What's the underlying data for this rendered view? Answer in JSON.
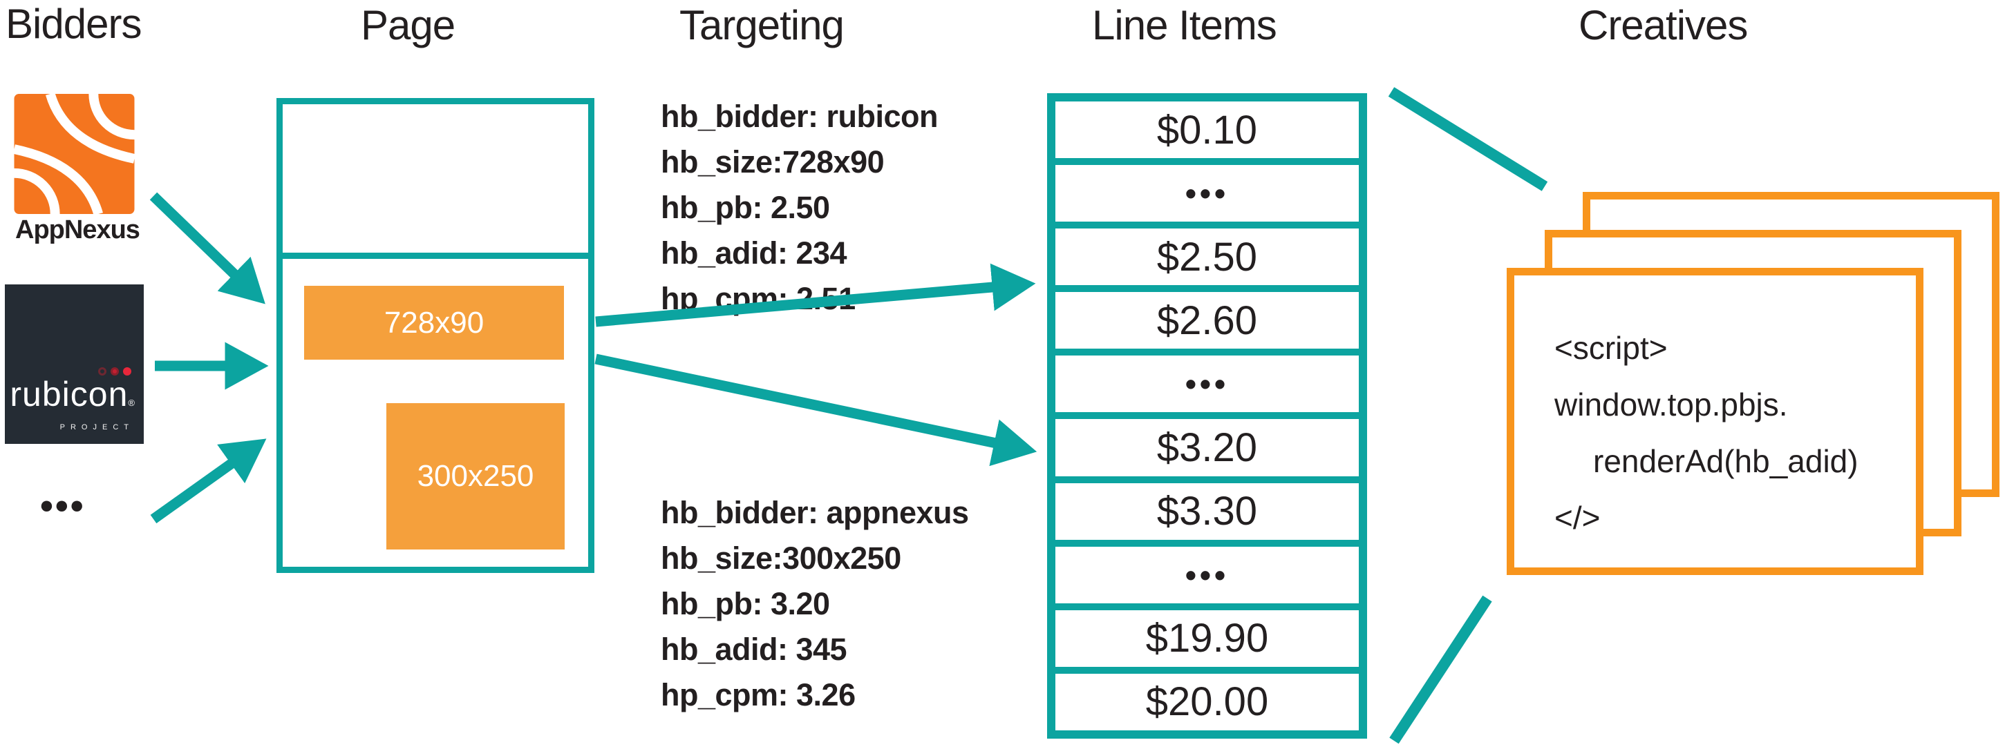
{
  "colors": {
    "teal": "#0CA4A0",
    "ad_slot_orange": "#F5A03C",
    "creative_border_orange": "#F8951D",
    "appnexus_orange": "#F4751F",
    "rubicon_navy": "#252C34",
    "text_dark": "#231F20"
  },
  "columns": {
    "bidders": "Bidders",
    "page": "Page",
    "targeting": "Targeting",
    "line_items": "Line Items",
    "creatives": "Creatives"
  },
  "bidders": {
    "appnexus": {
      "icon": "appnexus-logo",
      "label": "AppNexus"
    },
    "rubicon": {
      "icon": "rubicon-logo",
      "name": "rubicon",
      "registered_mark": "®",
      "subtitle": "PROJECT"
    },
    "more_glyph": "•••"
  },
  "page": {
    "ad_slots": [
      {
        "label": "728x90"
      },
      {
        "label": "300x250"
      }
    ]
  },
  "targeting": {
    "rubicon_block": {
      "lines": [
        "hb_bidder: rubicon",
        "hb_size:728x90",
        "hb_pb: 2.50",
        "hb_adid: 234",
        "hp_cpm: 2.51"
      ]
    },
    "appnexus_block": {
      "lines": [
        "hb_bidder: appnexus",
        "hb_size:300x250",
        "hb_pb: 3.20",
        "hb_adid: 345",
        "hp_cpm: 3.26"
      ]
    }
  },
  "line_items": {
    "rows": [
      "$0.10",
      "•••",
      "$2.50",
      "$2.60",
      "•••",
      "$3.20",
      "$3.30",
      "•••",
      "$19.90",
      "$20.00"
    ]
  },
  "creatives": {
    "code_lines": [
      "<script>",
      "window.top.pbjs.",
      "renderAd(hb_adid)",
      "</>"
    ]
  }
}
